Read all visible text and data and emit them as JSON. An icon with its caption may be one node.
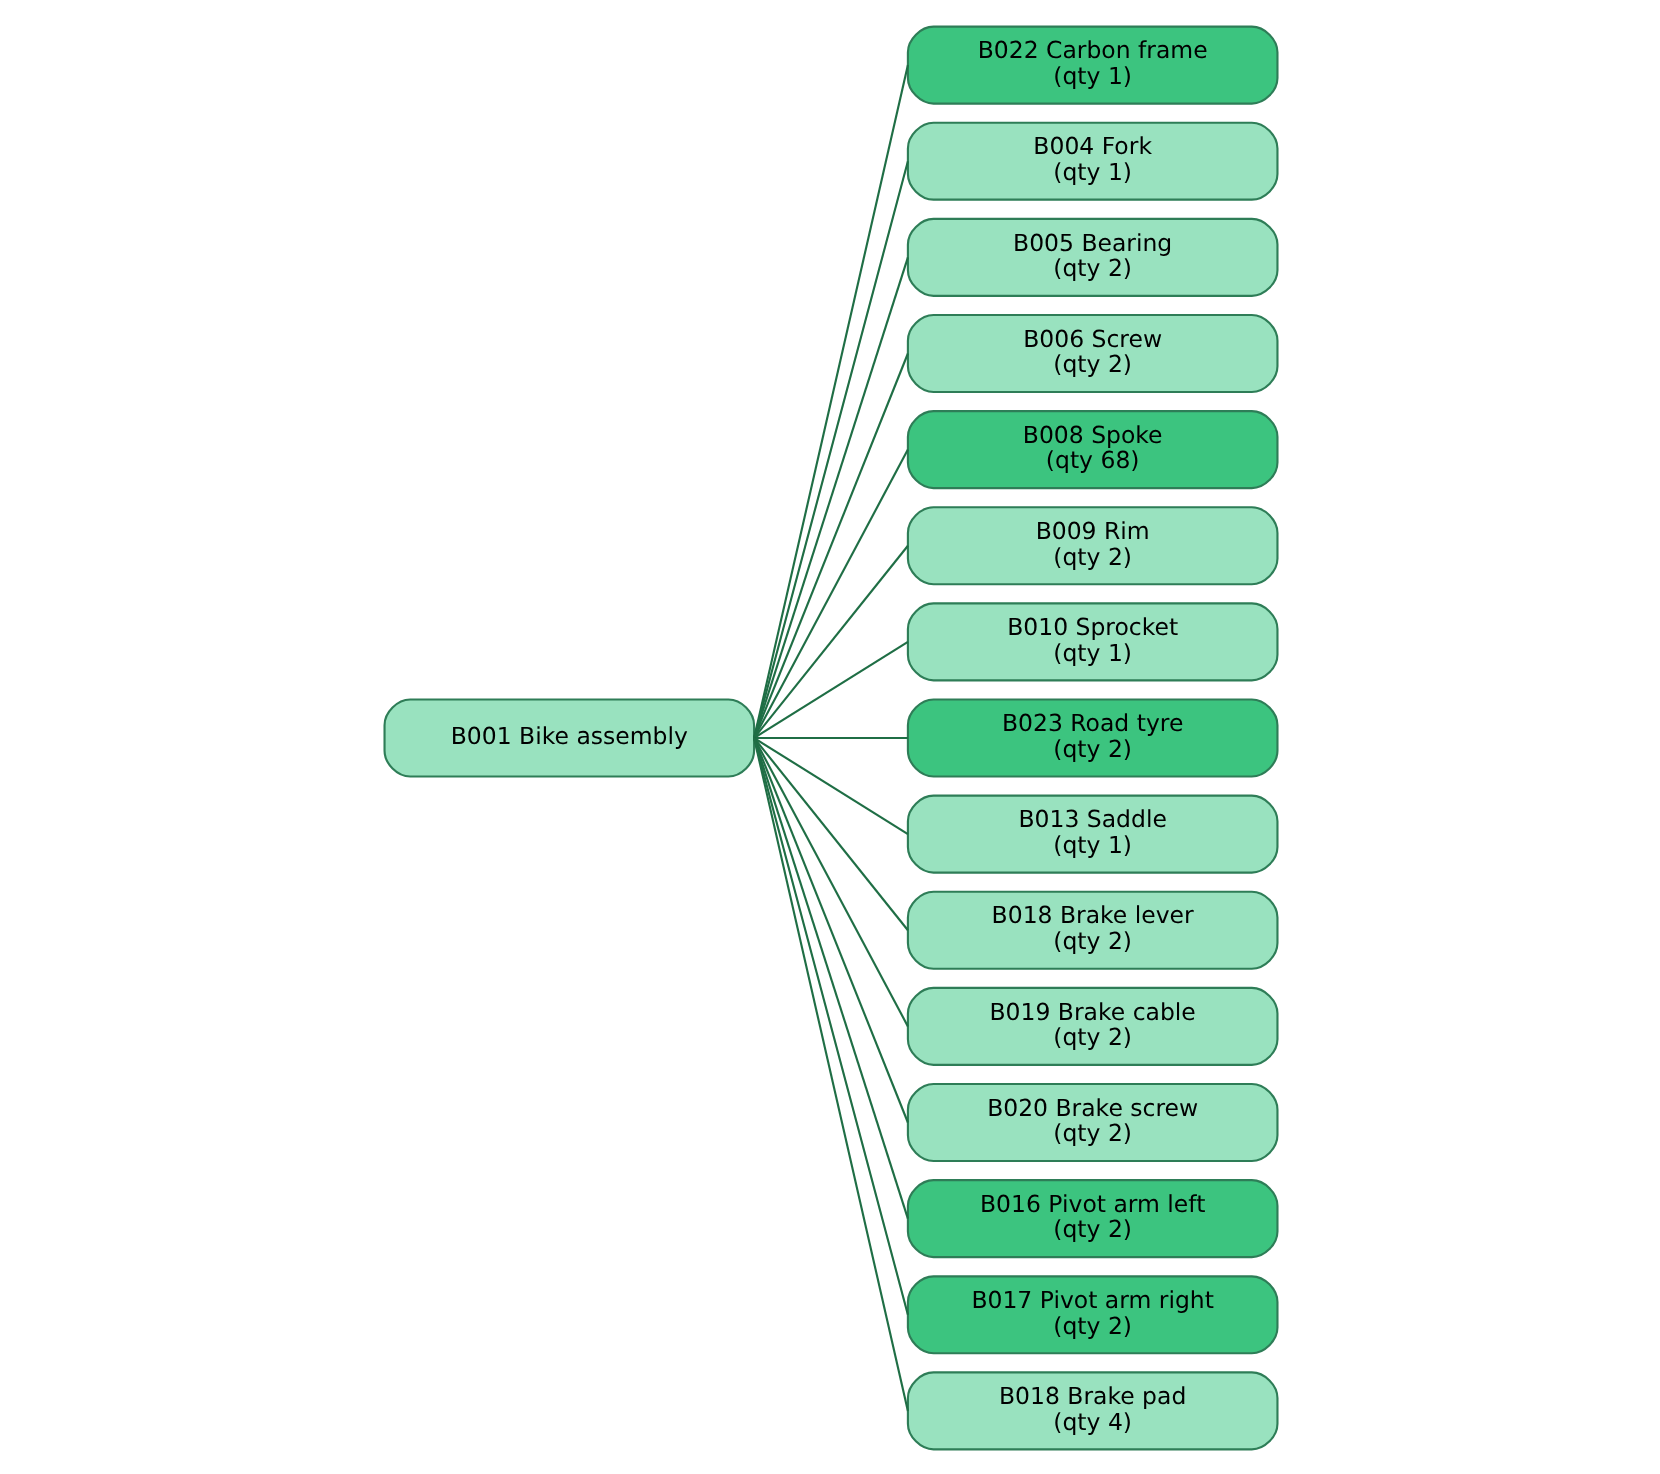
{
  "diagram": {
    "nodes": [
      {
        "text": [
          "B001 Bike assembly"
        ]
      },
      {
        "text": [
          "B022 Carbon frame",
          "(qty 1)"
        ]
      },
      {
        "text": [
          "B004 Fork",
          "(qty 1)"
        ]
      },
      {
        "text": [
          "B005 Bearing",
          "(qty 2)"
        ]
      },
      {
        "text": [
          "B006 Screw",
          "(qty 2)"
        ]
      },
      {
        "text": [
          "B008 Spoke",
          "(qty 68)"
        ]
      },
      {
        "text": [
          "B009 Rim",
          "(qty 2)"
        ]
      },
      {
        "text": [
          "B010 Sprocket",
          "(qty 1)"
        ]
      },
      {
        "text": [
          "B023 Road tyre",
          "(qty 2)"
        ]
      },
      {
        "text": [
          "B013 Saddle",
          "(qty 1)"
        ]
      },
      {
        "text": [
          "B018 Brake lever",
          "(qty 2)"
        ]
      },
      {
        "text": [
          "B019 Brake cable",
          "(qty 2)"
        ]
      },
      {
        "text": [
          "B020 Brake screw",
          "(qty 2)"
        ]
      },
      {
        "text": [
          "B016 Pivot arm left",
          "(qty 2)"
        ]
      },
      {
        "text": [
          "B017 Pivot arm right",
          "(qty 2)"
        ]
      },
      {
        "text": [
          "B018 Brake pad",
          "(qty 4)"
        ]
      }
    ],
    "edges": [
      {
        "from": 0,
        "to": 1,
        "arrow": "none"
      },
      {
        "from": 0,
        "to": 2,
        "arrow": "none"
      },
      {
        "from": 0,
        "to": 3,
        "arrow": "none"
      },
      {
        "from": 0,
        "to": 4,
        "arrow": "none"
      },
      {
        "from": 0,
        "to": 5,
        "arrow": "none"
      },
      {
        "from": 0,
        "to": 6,
        "arrow": "none"
      },
      {
        "from": 0,
        "to": 7,
        "arrow": "none"
      },
      {
        "from": 0,
        "to": 8,
        "arrow": "none"
      },
      {
        "from": 0,
        "to": 9,
        "arrow": "none"
      },
      {
        "from": 0,
        "to": 10,
        "arrow": "none"
      },
      {
        "from": 0,
        "to": 11,
        "arrow": "none"
      },
      {
        "from": 0,
        "to": 12,
        "arrow": "none"
      },
      {
        "from": 0,
        "to": 13,
        "arrow": "none"
      },
      {
        "from": 0,
        "to": 14,
        "arrow": "none"
      },
      {
        "from": 0,
        "to": 15,
        "arrow": "none"
      }
    ]
  }
}
